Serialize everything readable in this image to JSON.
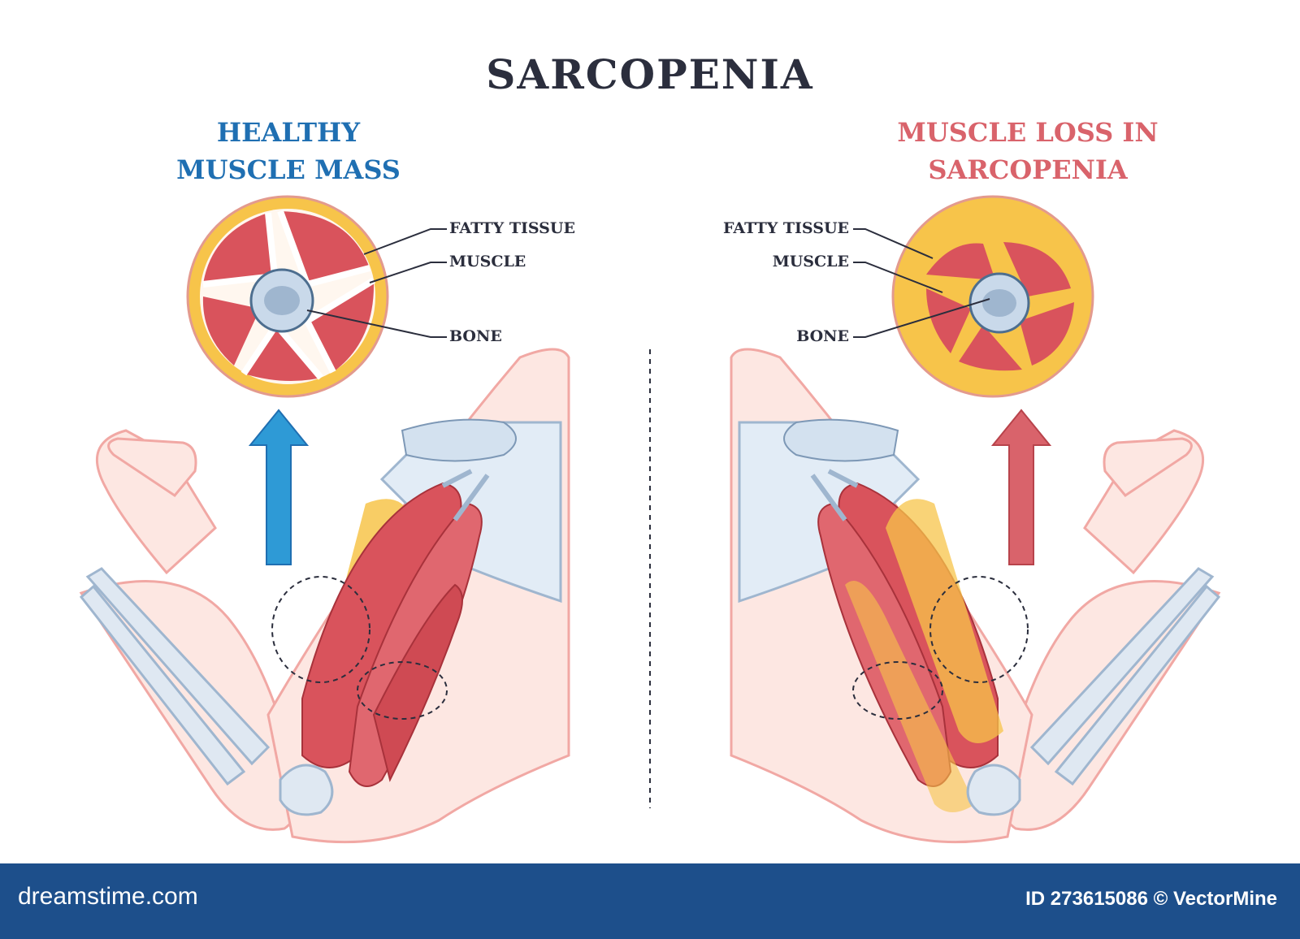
{
  "title": "SARCOPENIA",
  "left_panel": {
    "heading": "HEALTHY\nMUSCLE MASS",
    "labels": {
      "fat": "FATTY TISSUE",
      "muscle": "MUSCLE",
      "bone": "BONE"
    }
  },
  "right_panel": {
    "heading": "MUSCLE LOSS IN\nSARCOPENIA",
    "labels": {
      "fat": "FATTY TISSUE",
      "muscle": "MUSCLE",
      "bone": "BONE"
    }
  },
  "colors": {
    "healthy_accent": "#1f6fb2",
    "sarcopenia_accent": "#d9636b",
    "muscle": "#d9535c",
    "fat": "#f7c44a",
    "bone": "#c9d9ea",
    "skin_outline": "#f1a8a4"
  },
  "footer": {
    "brand": "dreamstime.com",
    "image_id": "ID 273615086 © VectorMine"
  }
}
